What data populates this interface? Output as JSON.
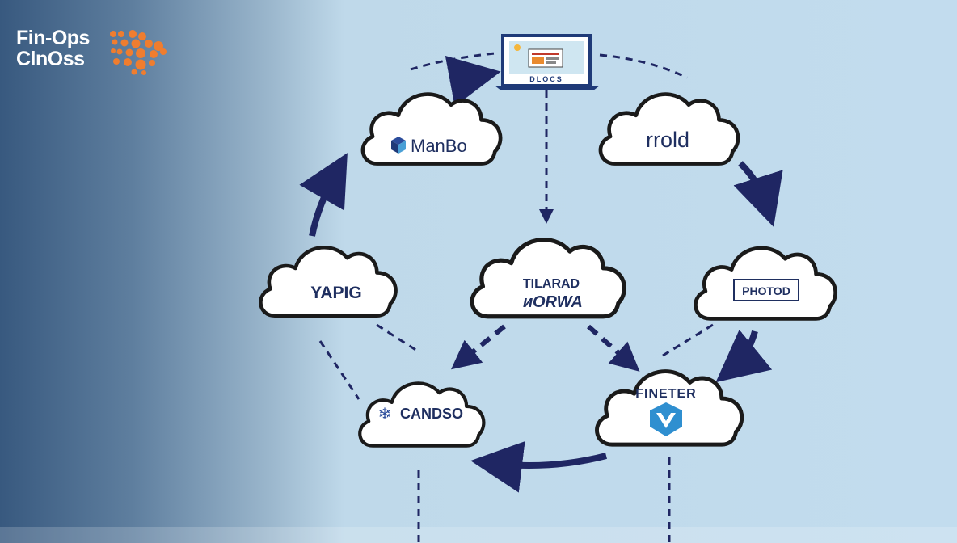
{
  "brand": {
    "line1": "Fin-Ops",
    "line2": "ClnOss",
    "accent_color": "#ef7d2f"
  },
  "laptop": {
    "screen_text": "DLOCS",
    "icon": "laptop-icon"
  },
  "clouds": {
    "manbo": {
      "label": "ManBo",
      "icon": "cube-icon"
    },
    "rrold": {
      "label": "rrold"
    },
    "apig": {
      "label": "YAPIG"
    },
    "center": {
      "line1": "TILARAD",
      "line2": "ᴎORWA"
    },
    "photod": {
      "label": "PHOTOD"
    },
    "candso": {
      "label": "CANDSO",
      "icon": "snowflake-icon"
    },
    "fineter": {
      "label": "FINETER",
      "icon": "shield-v-icon"
    }
  },
  "colors": {
    "arrow": "#1f2663",
    "cloud_stroke": "#1a1a1a",
    "cloud_fill": "#ffffff",
    "label": "#1f2f60",
    "shield": "#2f8fd0"
  }
}
